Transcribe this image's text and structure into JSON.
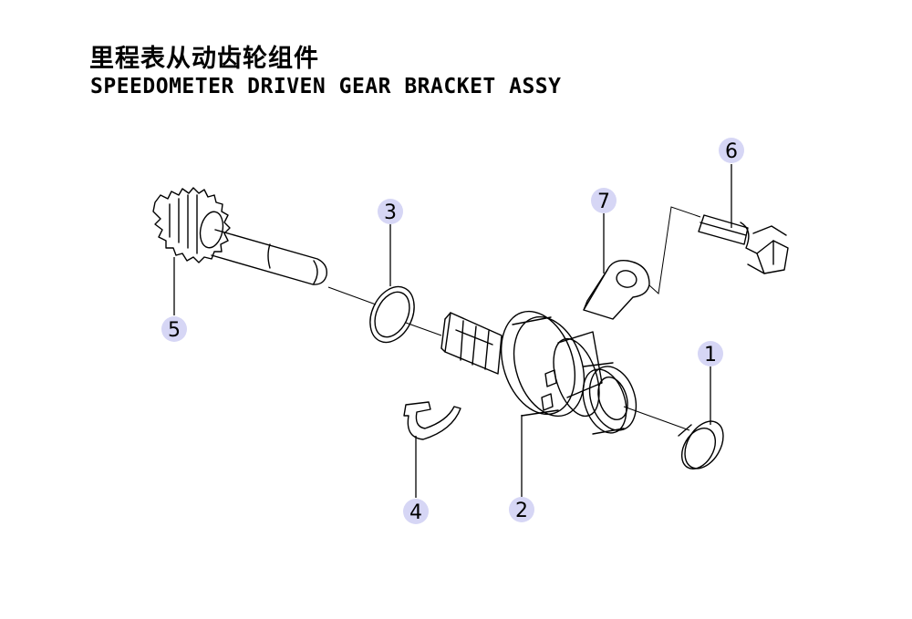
{
  "title": {
    "chinese": "里程表从动齿轮组件",
    "english": "SPEEDOMETER DRIVEN GEAR BRACKET ASSY"
  },
  "callouts": {
    "c1": "1",
    "c2": "2",
    "c3": "3",
    "c4": "4",
    "c5": "5",
    "c6": "6",
    "c7": "7"
  },
  "colors": {
    "callout_fill": "#d6d6f5",
    "line": "#000000"
  }
}
